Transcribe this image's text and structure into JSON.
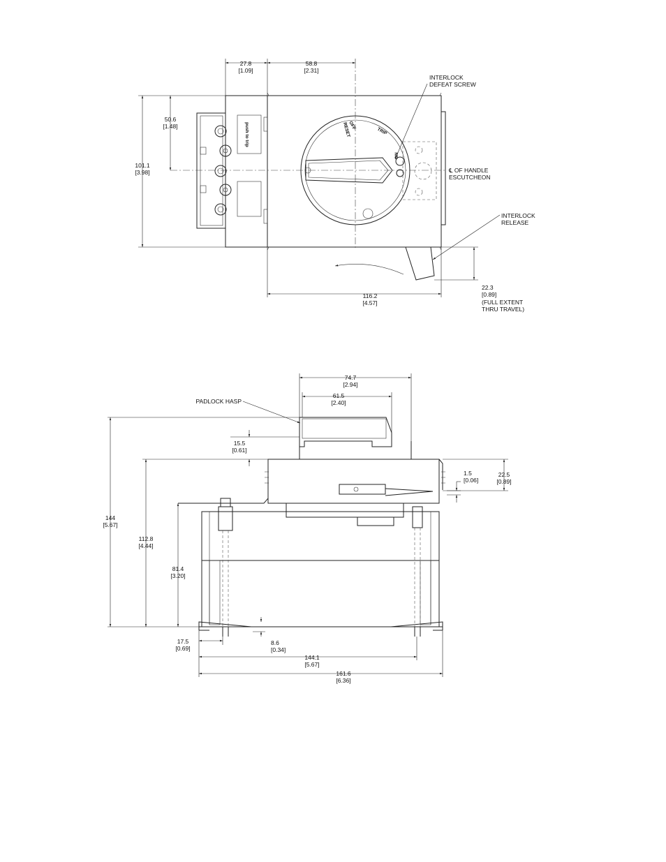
{
  "top_view": {
    "dims": {
      "d27_8": {
        "mm": "27.8",
        "in": "[1.09]"
      },
      "d58_8": {
        "mm": "58.8",
        "in": "[2.31]"
      },
      "d50_6": {
        "mm": "50.6",
        "in": "[1.48]"
      },
      "d101_1": {
        "mm": "101.1",
        "in": "[3.98]"
      },
      "d116_2": {
        "mm": "116.2",
        "in": "[4.57]"
      },
      "d22_3": {
        "mm": "22.3",
        "in": "[0.89]",
        "note1": "(FULL EXTENT",
        "note2": "THRU TRAVEL)"
      }
    },
    "callouts": {
      "interlock_defeat_1": "INTERLOCK",
      "interlock_defeat_2": "DEFEAT SCREW",
      "handle_cl_1": "℄ OF HANDLE",
      "handle_cl_2": "ESCUTCHEON",
      "interlock_release_1": "INTERLOCK",
      "interlock_release_2": "RELEASE"
    },
    "markings": {
      "push_to_trip": "push to trip",
      "off": "OFF",
      "reset": "RESET",
      "trip": "TRIP",
      "on": "ON"
    }
  },
  "side_view": {
    "dims": {
      "d74_7": {
        "mm": "74.7",
        "in": "[2.94]"
      },
      "d61_5": {
        "mm": "61.5",
        "in": "[2.40]"
      },
      "d15_5": {
        "mm": "15.5",
        "in": "[0.61]"
      },
      "d1_5": {
        "mm": "1.5",
        "in": "[0.06]"
      },
      "d22_5": {
        "mm": "22.5",
        "in": "[0.89]"
      },
      "d144": {
        "mm": "144",
        "in": "[5.67]"
      },
      "d112_8": {
        "mm": "112.8",
        "in": "[4.44]"
      },
      "d81_4": {
        "mm": "81.4",
        "in": "[3.20]"
      },
      "d17_5": {
        "mm": "17.5",
        "in": "[0.69]"
      },
      "d8_6": {
        "mm": "8.6",
        "in": "[0.34]"
      },
      "d144_1": {
        "mm": "144.1",
        "in": "[5.67]"
      },
      "d161_6": {
        "mm": "161.6",
        "in": "[6.36]"
      }
    },
    "callouts": {
      "padlock_hasp": "PADLOCK HASP"
    }
  }
}
